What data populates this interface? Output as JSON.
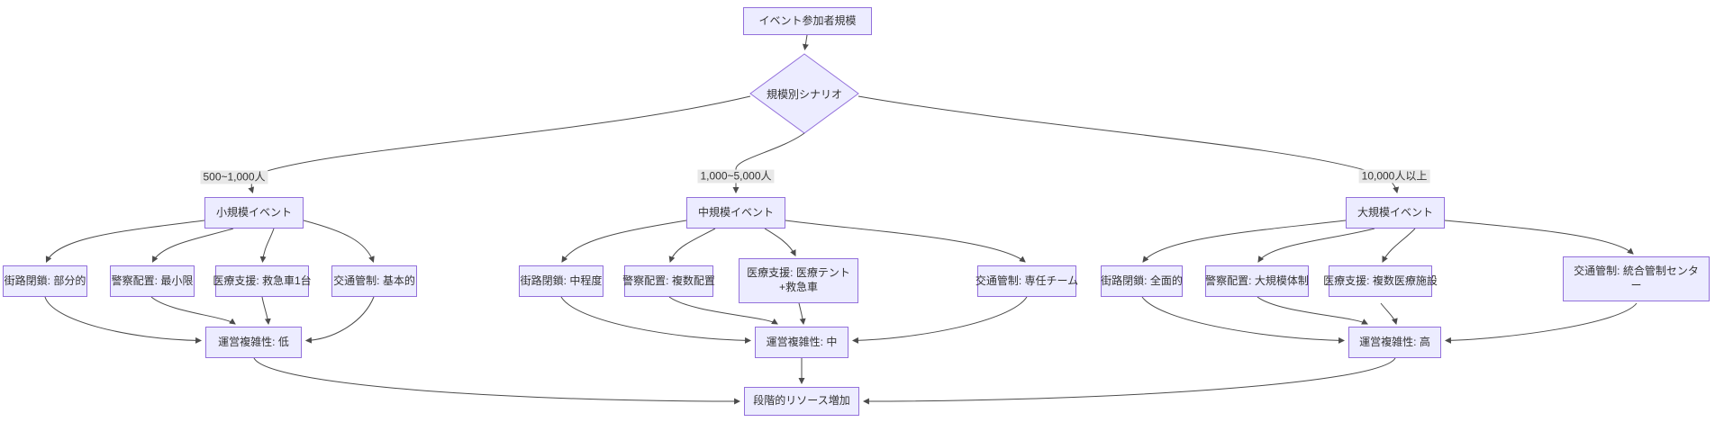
{
  "diagram": {
    "root_label": "イベント参加者規模",
    "decision_label": "規模別シナリオ",
    "branches": [
      {
        "edge_label": "500~1,000人",
        "scale_label": "小規模イベント",
        "resources": [
          "街路閉鎖: 部分的",
          "警察配置: 最小限",
          "医療支援: 救急車1台",
          "交通管制: 基本的"
        ],
        "complexity_label": "運営複雑性: 低"
      },
      {
        "edge_label": "1,000~5,000人",
        "scale_label": "中規模イベント",
        "resources": [
          "街路閉鎖: 中程度",
          "警察配置: 複数配置",
          "医療支援: 医療テント+救急車",
          "交通管制: 専任チーム"
        ],
        "complexity_label": "運営複雑性: 中"
      },
      {
        "edge_label": "10,000人以上",
        "scale_label": "大規模イベント",
        "resources": [
          "街路閉鎖: 全面的",
          "警察配置: 大規模体制",
          "医療支援: 複数医療施設",
          "交通管制: 統合管制センター"
        ],
        "complexity_label": "運営複雑性: 高"
      }
    ],
    "final_label": "段階的リソース増加",
    "colors": {
      "node_fill": "#ECECFF",
      "node_border": "#9370DB",
      "edge": "#4b4b4b",
      "edge_label_bg": "#e8e8e8",
      "text": "#333333",
      "background": "#ffffff"
    }
  }
}
